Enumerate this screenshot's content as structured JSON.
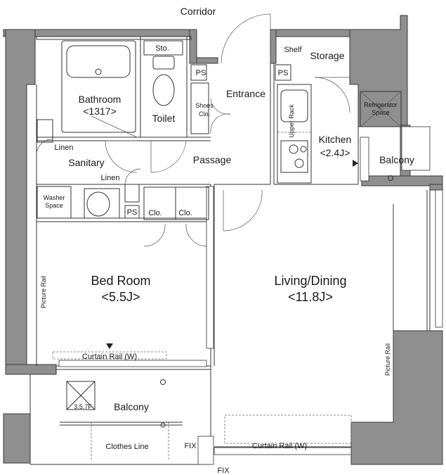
{
  "rooms": {
    "corridor": "Corridor",
    "shelf": "Shelf",
    "storage": "Storage",
    "sto": "Sto.",
    "bathroom": "Bathroom",
    "bathroom_size": "<1317>",
    "toilet": "Toilet",
    "entrance": "Entrance",
    "shoes_clo_1": "Shoes",
    "shoes_clo_2": "Clo.",
    "ps_1": "PS",
    "ps_2": "PS",
    "ps_3": "PS",
    "kitchen": "Kitchen",
    "kitchen_size": "<2.4J>",
    "upper_rack": "Upper Rack",
    "refrigerator_1": "Refrigerator",
    "refrigerator_2": "Space",
    "balcony_side": "Balcony",
    "linen_1": "Linen",
    "linen_2": "Linen",
    "sanitary": "Sanitary",
    "passage": "Passage",
    "washer_1": "Washer",
    "washer_2": "Space",
    "clo_1": "Clo.",
    "clo_2": "Clo.",
    "bedroom": "Bed Room",
    "bedroom_size": "<5.5J>",
    "living": "Living/Dining",
    "living_size": "<11.8J>",
    "picture_rail_left": "Picture Rail",
    "picture_rail_right": "Picture Rail",
    "curtain_rail_bed": "Curtain Rail (W)",
    "curtain_rail_living": "Curtain Rail (W)",
    "hatch": "3.5.7F",
    "balcony_main": "Balcony",
    "clothes_line": "Clothes Line",
    "fix_1": "FIX",
    "fix_2": "FIX"
  }
}
